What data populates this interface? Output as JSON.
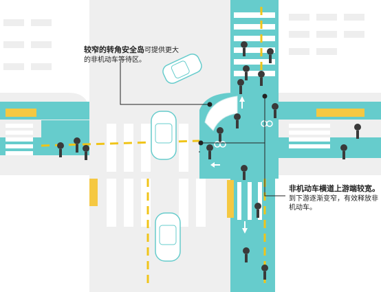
{
  "colors": {
    "teal": "#66cccc",
    "road_gray": "#efefef",
    "crosswalk_white": "#ffffff",
    "tactile_yellow": "#f5c842",
    "lane_yellow": "#f0c419",
    "island_white": "#ffffff",
    "leader_line": "#222222"
  },
  "icons": [
    "car-icon",
    "bicycle-icon",
    "cyclist-icon",
    "arrow-icon"
  ],
  "callouts": {
    "island": {
      "bold": "较窄的转角安全岛",
      "text": "可提供更大的非机动车等待区。"
    },
    "bike_lane": {
      "bold": "非机动车横道上游端较宽。",
      "text": "到下游逐渐变窄，有效释放非机动车。"
    }
  }
}
